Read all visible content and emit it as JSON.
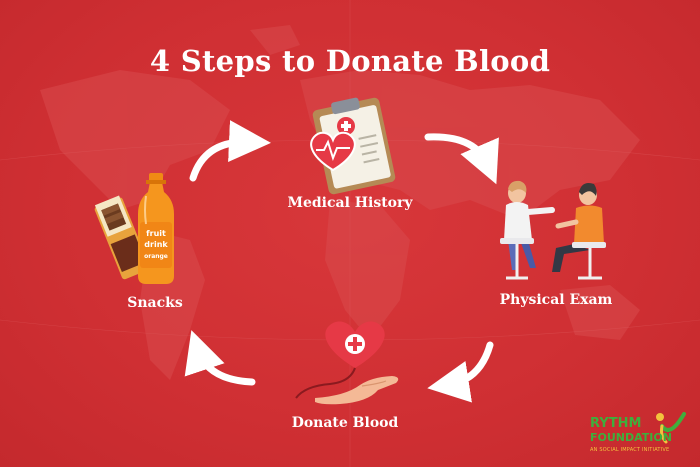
{
  "title": "4 Steps to Donate Blood",
  "steps": [
    {
      "label": "Medical History",
      "icon": "clipboard-heart-icon"
    },
    {
      "label": "Physical Exam",
      "icon": "doctor-exam-icon"
    },
    {
      "label": "Donate Blood",
      "icon": "hand-heart-drop-icon"
    },
    {
      "label": "Snacks",
      "icon": "snacks-juice-icon"
    }
  ],
  "logo": {
    "name_line1": "RYTHM",
    "name_line2": "FOUNDATION",
    "tagline": "AN SOCIAL IMPACT INITIATIVE"
  },
  "colors": {
    "background": "#cf2f33",
    "text": "#ffffff",
    "heart": "#e63946",
    "logo_green": "#3fae3c",
    "logo_yellow": "#f3c23d"
  }
}
